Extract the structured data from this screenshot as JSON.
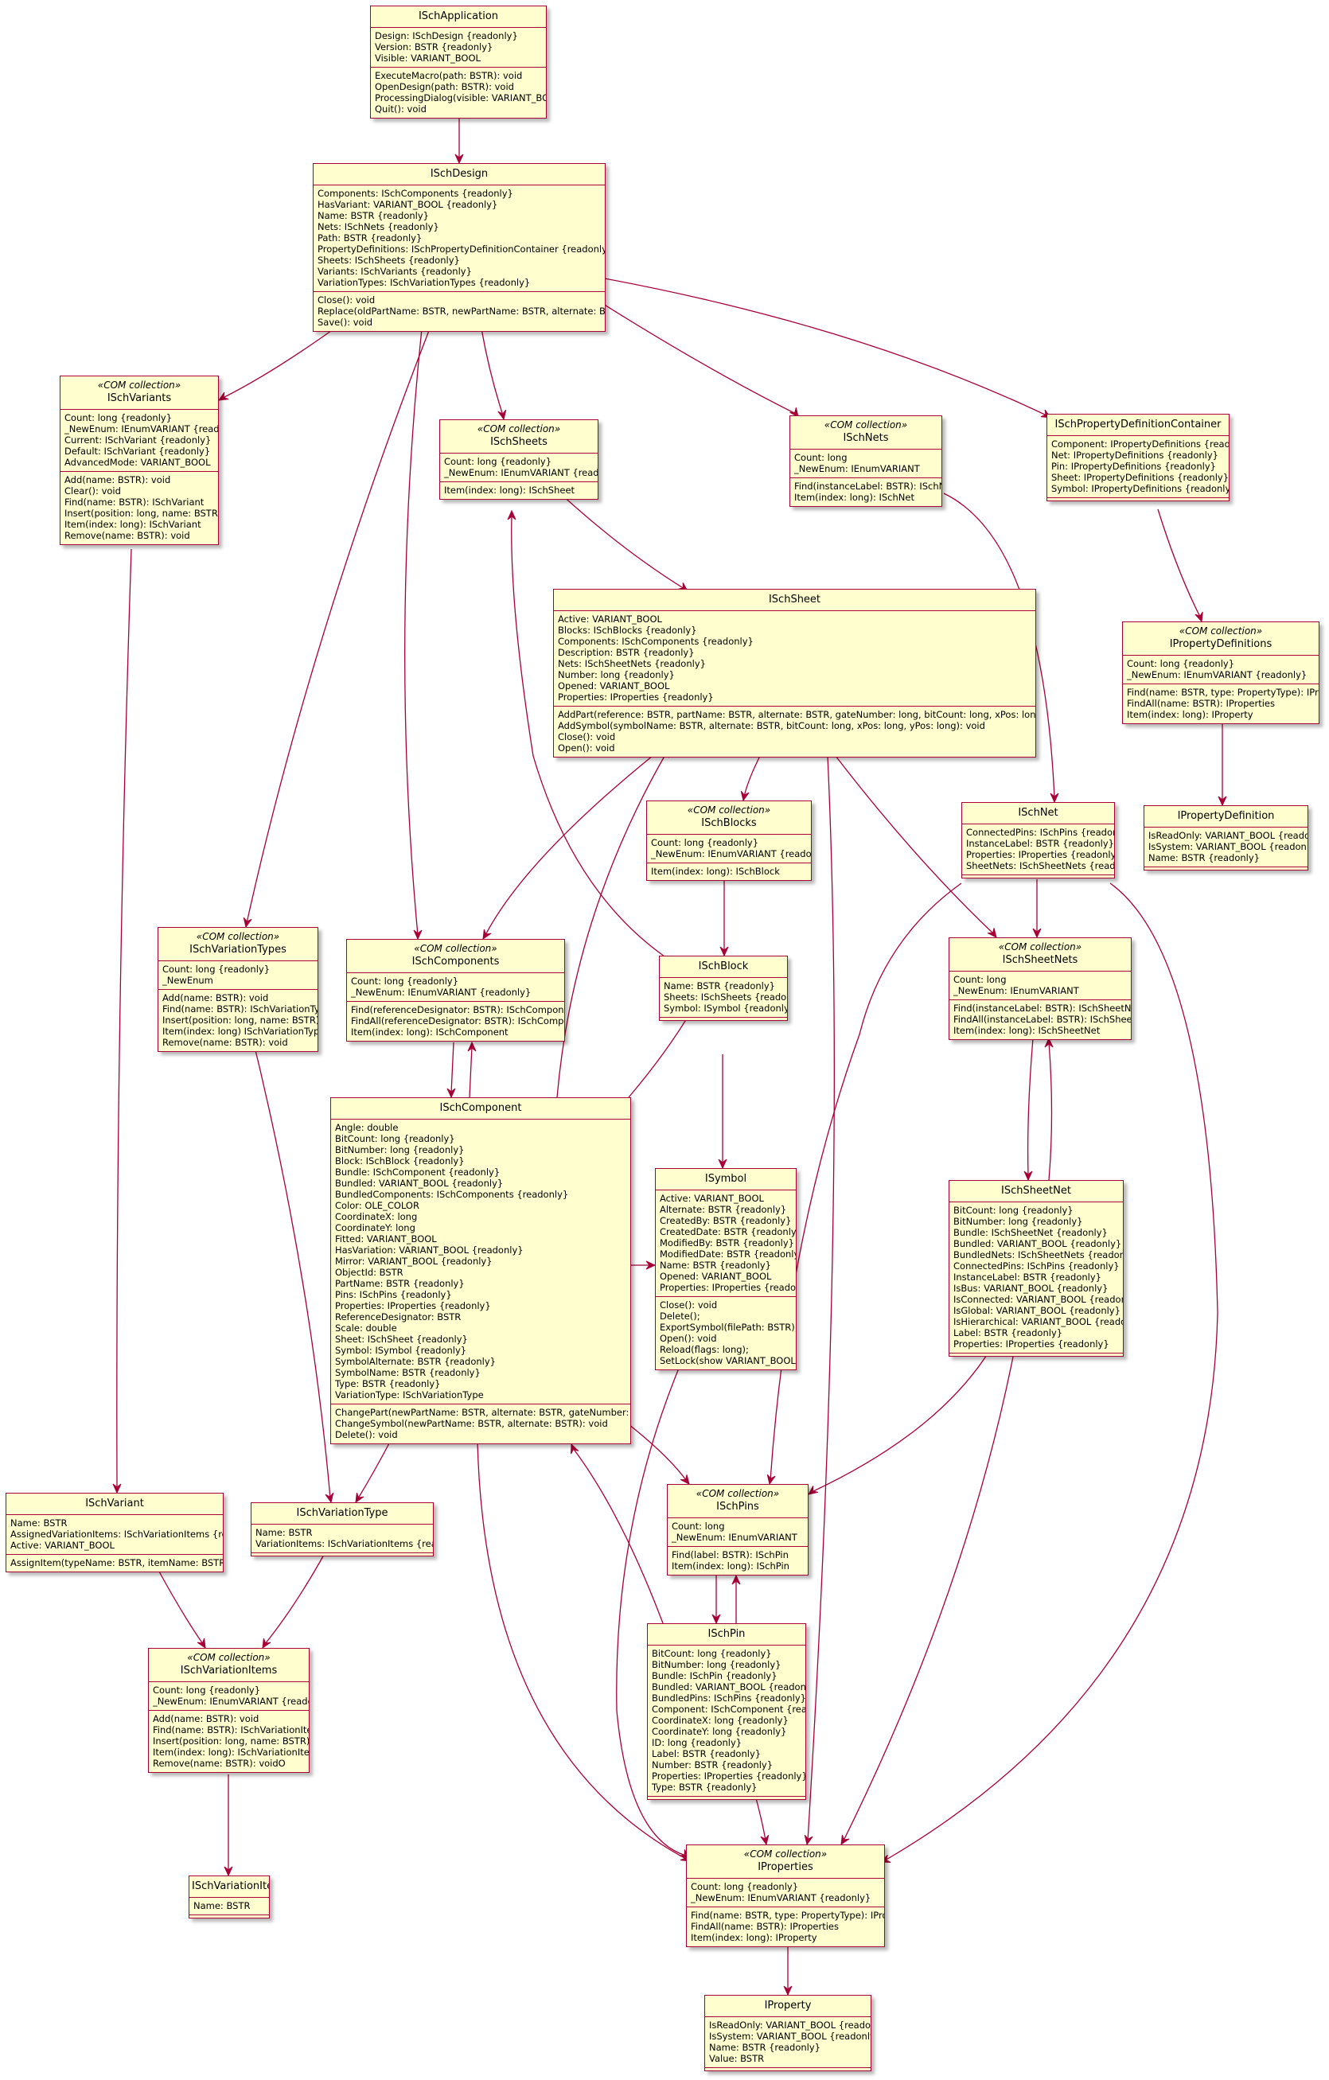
{
  "classes": [
    {
      "id": "ISchApplication",
      "stereotype": "",
      "name": "ISchApplication",
      "attributes": [
        "Design: ISchDesign {readonly}",
        "Version: BSTR {readonly}",
        "Visible: VARIANT_BOOL"
      ],
      "methods": [
        "ExecuteMacro(path: BSTR): void",
        "OpenDesign(path: BSTR): void",
        "ProcessingDialog(visible: VARIANT_BOOL)",
        "Quit(): void"
      ]
    },
    {
      "id": "ISchDesign",
      "stereotype": "",
      "name": "ISchDesign",
      "attributes": [
        "Components: ISchComponents {readonly}",
        "HasVariant: VARIANT_BOOL {readonly}",
        "Name: BSTR {readonly}",
        "Nets: ISchNets {readonly}",
        "Path: BSTR {readonly}",
        "PropertyDefinitions: ISchPropertyDefinitionContainer {readonly}",
        "Sheets: ISchSheets {readonly}",
        "Variants: ISchVariants {readonly}",
        "VariationTypes: ISchVariationTypes {readonly}"
      ],
      "methods": [
        "Close(): void",
        "Replace(oldPartName: BSTR, newPartName: BSTR, alternate: BSTR): void",
        "Save(): void"
      ]
    },
    {
      "id": "ISchVariants",
      "stereotype": "«COM collection»",
      "name": "ISchVariants",
      "attributes": [
        "Count: long {readonly}",
        "_NewEnum: IEnumVARIANT {readonly}",
        "Current: ISchVariant {readonly}",
        "Default: ISchVariant {readonly}",
        "AdvancedMode: VARIANT_BOOL"
      ],
      "methods": [
        "Add(name: BSTR): void",
        "Clear(): void",
        "Find(name: BSTR): ISchVariant",
        "Insert(position: long, name: BSTR): void",
        "Item(index: long): ISchVariant",
        "Remove(name: BSTR): void"
      ]
    },
    {
      "id": "ISchSheets",
      "stereotype": "«COM collection»",
      "name": "ISchSheets",
      "attributes": [
        "Count: long {readonly}",
        "_NewEnum: IEnumVARIANT {readonly}"
      ],
      "methods": [
        "Item(index: long): ISchSheet"
      ]
    },
    {
      "id": "ISchNets",
      "stereotype": "«COM collection»",
      "name": "ISchNets",
      "attributes": [
        "Count: long",
        "_NewEnum: IEnumVARIANT"
      ],
      "methods": [
        "Find(instanceLabel: BSTR): ISchNet",
        "Item(index: long): ISchNet"
      ]
    },
    {
      "id": "ISchPropertyDefinitionContainer",
      "stereotype": "",
      "name": "ISchPropertyDefinitionContainer",
      "attributes": [
        "Component: IPropertyDefinitions {readonly}",
        "Net: IPropertyDefinitions {readonly}",
        "Pin: IPropertyDefinitions {readonly}",
        "Sheet: IPropertyDefinitions {readonly}",
        "Symbol: IPropertyDefinitions {readonly}"
      ],
      "methods": []
    },
    {
      "id": "ISchSheet",
      "stereotype": "",
      "name": "ISchSheet",
      "attributes": [
        "Active: VARIANT_BOOL",
        "Blocks: ISchBlocks {readonly}",
        "Components: ISchComponents {readonly}",
        "Description: BSTR {readonly}",
        "Nets: ISchSheetNets {readonly}",
        "Number: long {readonly}",
        "Opened: VARIANT_BOOL",
        "Properties: IProperties {readonly}"
      ],
      "methods": [
        "AddPart(reference: BSTR, partName: BSTR, alternate: BSTR, gateNumber: long, bitCount: long, xPos: long, yPos: long): void",
        "AddSymbol(symbolName: BSTR, alternate: BSTR, bitCount: long, xPos: long, yPos: long): void",
        "Close(): void",
        "Open(): void"
      ]
    },
    {
      "id": "IPropertyDefinitions",
      "stereotype": "«COM collection»",
      "name": "IPropertyDefinitions",
      "attributes": [
        "Count: long {readonly}",
        "_NewEnum: IEnumVARIANT {readonly}"
      ],
      "methods": [
        "Find(name: BSTR, type: PropertyType): IProperty",
        "FindAll(name: BSTR): IProperties",
        "Item(index: long): IProperty"
      ]
    },
    {
      "id": "ISchBlocks",
      "stereotype": "«COM collection»",
      "name": "ISchBlocks",
      "attributes": [
        "Count: long {readonly}",
        "_NewEnum: IEnumVARIANT {readonly}"
      ],
      "methods": [
        "Item(index: long): ISchBlock"
      ]
    },
    {
      "id": "ISchNet",
      "stereotype": "",
      "name": "ISchNet",
      "attributes": [
        "ConnectedPins: ISchPins {readonly}",
        "InstanceLabel: BSTR {readonly}",
        "Properties: IProperties {readonly}",
        "SheetNets: ISchSheetNets {readonly}"
      ],
      "methods": []
    },
    {
      "id": "IPropertyDefinition",
      "stereotype": "",
      "name": "IPropertyDefinition",
      "attributes": [
        "IsReadOnly: VARIANT_BOOL {readonly}",
        "IsSystem: VARIANT_BOOL {readonly}",
        "Name: BSTR {readonly}"
      ],
      "methods": []
    },
    {
      "id": "ISchVariationTypes",
      "stereotype": "«COM collection»",
      "name": "ISchVariationTypes",
      "attributes": [
        "Count: long {readonly}",
        "_NewEnum"
      ],
      "methods": [
        "Add(name: BSTR): void",
        "Find(name: BSTR): ISchVariationType",
        "Insert(position: long, name: BSTR): void",
        "Item(index: long) ISchVariationType",
        "Remove(name: BSTR): void"
      ]
    },
    {
      "id": "ISchComponents",
      "stereotype": "«COM collection»",
      "name": "ISchComponents",
      "attributes": [
        "Count: long {readonly}",
        "_NewEnum: IEnumVARIANT {readonly}"
      ],
      "methods": [
        "Find(referenceDesignator: BSTR): ISchComponent",
        "FindAll(referenceDesignator: BSTR): ISchComponents",
        "Item(index: long): ISchComponent"
      ]
    },
    {
      "id": "ISchBlock",
      "stereotype": "",
      "name": "ISchBlock",
      "attributes": [
        "Name: BSTR {readonly}",
        "Sheets: ISchSheets {readonly}",
        "Symbol: ISymbol {readonly}"
      ],
      "methods": []
    },
    {
      "id": "ISchSheetNets",
      "stereotype": "«COM collection»",
      "name": "ISchSheetNets",
      "attributes": [
        "Count: long",
        "_NewEnum: IEnumVARIANT"
      ],
      "methods": [
        "Find(instanceLabel: BSTR): ISchSheetNet",
        "FindAll(instanceLabel: BSTR): ISchSheetNets",
        "Item(index: long): ISchSheetNet"
      ]
    },
    {
      "id": "ISchComponent",
      "stereotype": "",
      "name": "ISchComponent",
      "attributes": [
        "Angle: double",
        "BitCount: long {readonly}",
        "BitNumber: long {readonly}",
        "Block: ISchBlock {readonly}",
        "Bundle: ISchComponent {readonly}",
        "Bundled: VARIANT_BOOL {readonly}",
        "BundledComponents: ISchComponents {readonly}",
        "Color: OLE_COLOR",
        "CoordinateX: long",
        "CoordinateY: long",
        "Fitted: VARIANT_BOOL",
        "HasVariation: VARIANT_BOOL {readonly}",
        "Mirror: VARIANT_BOOL {readonly}",
        "ObjectId: BSTR",
        "PartName: BSTR {readonly}",
        "Pins: ISchPins {readonly}",
        "Properties: IProperties {readonly}",
        "ReferenceDesignator: BSTR",
        "Scale: double",
        "Sheet: ISchSheet {readonly}",
        "Symbol: ISymbol {readonly}",
        "SymbolAlternate: BSTR {readonly}",
        "SymbolName: BSTR {readonly}",
        "Type: BSTR {readonly}",
        "VariationType: ISchVariationType"
      ],
      "methods": [
        "ChangePart(newPartName: BSTR, alternate: BSTR, gateNumber: long): void",
        "ChangeSymbol(newPartName: BSTR, alternate: BSTR): void",
        "Delete(): void"
      ]
    },
    {
      "id": "ISymbol",
      "stereotype": "",
      "name": "ISymbol",
      "attributes": [
        "Active: VARIANT_BOOL",
        "Alternate: BSTR {readonly}",
        "CreatedBy: BSTR {readonly}",
        "CreatedDate: BSTR {readonly}",
        "ModifiedBy: BSTR {readonly}",
        "ModifiedDate: BSTR {readonly}",
        "Name: BSTR {readonly}",
        "Opened: VARIANT_BOOL",
        "Properties: IProperties {readonly}"
      ],
      "methods": [
        "Close(): void",
        "Delete();",
        "ExportSymbol(filePath: BSTR);",
        "Open(): void",
        "Reload(flags: long);",
        "SetLock(show VARIANT_BOOL);"
      ]
    },
    {
      "id": "ISchSheetNet",
      "stereotype": "",
      "name": "ISchSheetNet",
      "attributes": [
        "BitCount: long {readonly}",
        "BitNumber: long {readonly}",
        "Bundle: ISchSheetNet {readonly}",
        "Bundled: VARIANT_BOOL {readonly}",
        "BundledNets: ISchSheetNets {readonly}",
        "ConnectedPins: ISchPins {readonly}",
        "InstanceLabel: BSTR {readonly}",
        "IsBus: VARIANT_BOOL {readonly}",
        "IsConnected: VARIANT_BOOL {readonly}",
        "IsGlobal: VARIANT_BOOL {readonly}",
        "IsHierarchical: VARIANT_BOOL {readonly}",
        "Label: BSTR {readonly}",
        "Properties: IProperties {readonly}"
      ],
      "methods": []
    },
    {
      "id": "ISchVariant",
      "stereotype": "",
      "name": "ISchVariant",
      "attributes": [
        "Name: BSTR",
        "AssignedVariationItems: ISchVariationItems {readonly}",
        "Active: VARIANT_BOOL"
      ],
      "methods": [
        "AssignItem(typeName: BSTR, itemName: BSTR): void"
      ]
    },
    {
      "id": "ISchVariationType",
      "stereotype": "",
      "name": "ISchVariationType",
      "attributes": [
        "Name: BSTR",
        "VariationItems: ISchVariationItems {readonly}"
      ],
      "methods": []
    },
    {
      "id": "ISchPins",
      "stereotype": "«COM collection»",
      "name": "ISchPins",
      "attributes": [
        "Count: long",
        "_NewEnum: IEnumVARIANT"
      ],
      "methods": [
        "Find(label: BSTR): ISchPin",
        "Item(index: long): ISchPin"
      ]
    },
    {
      "id": "ISchVariationItems",
      "stereotype": "«COM collection»",
      "name": "ISchVariationItems",
      "attributes": [
        "Count: long {readonly}",
        "_NewEnum: IEnumVARIANT {readonly}"
      ],
      "methods": [
        "Add(name: BSTR): void",
        "Find(name: BSTR): ISchVariationItem",
        "Insert(position: long, name: BSTR): void",
        "Item(index: long): ISchVariationItem",
        "Remove(name: BSTR): voidO"
      ]
    },
    {
      "id": "ISchPin",
      "stereotype": "",
      "name": "ISchPin",
      "attributes": [
        "BitCount: long {readonly}",
        "BitNumber: long {readonly}",
        "Bundle: ISchPin {readonly}",
        "Bundled: VARIANT_BOOL {readonly}",
        "BundledPins: ISchPins {readonly}",
        "Component: ISchComponent {readonly}",
        "CoordinateX: long {readonly}",
        "CoordinateY: long {readonly}",
        "ID: long {readonly}",
        "Label: BSTR {readonly}",
        "Number: BSTR {readonly}",
        "Properties: IProperties {readonly}",
        "Type: BSTR {readonly}"
      ],
      "methods": []
    },
    {
      "id": "IProperties",
      "stereotype": "«COM collection»",
      "name": "IProperties",
      "attributes": [
        "Count: long {readonly}",
        "_NewEnum: IEnumVARIANT {readonly}"
      ],
      "methods": [
        "Find(name: BSTR, type: PropertyType): IProperty",
        "FindAll(name: BSTR): IProperties",
        "Item(index: long): IProperty"
      ]
    },
    {
      "id": "ISchVariationItem",
      "stereotype": "",
      "name": "ISchVariationItem",
      "attributes": [
        "Name: BSTR"
      ],
      "methods": []
    },
    {
      "id": "IProperty",
      "stereotype": "",
      "name": "IProperty",
      "attributes": [
        "IsReadOnly: VARIANT_BOOL {readonly}",
        "IsSystem: VARIANT_BOOL {readonly}",
        "Name: BSTR {readonly}",
        "Value: BSTR"
      ],
      "methods": []
    }
  ],
  "colors": {
    "fill": "#fefece",
    "border": "#a80036",
    "edge": "#a80036"
  }
}
